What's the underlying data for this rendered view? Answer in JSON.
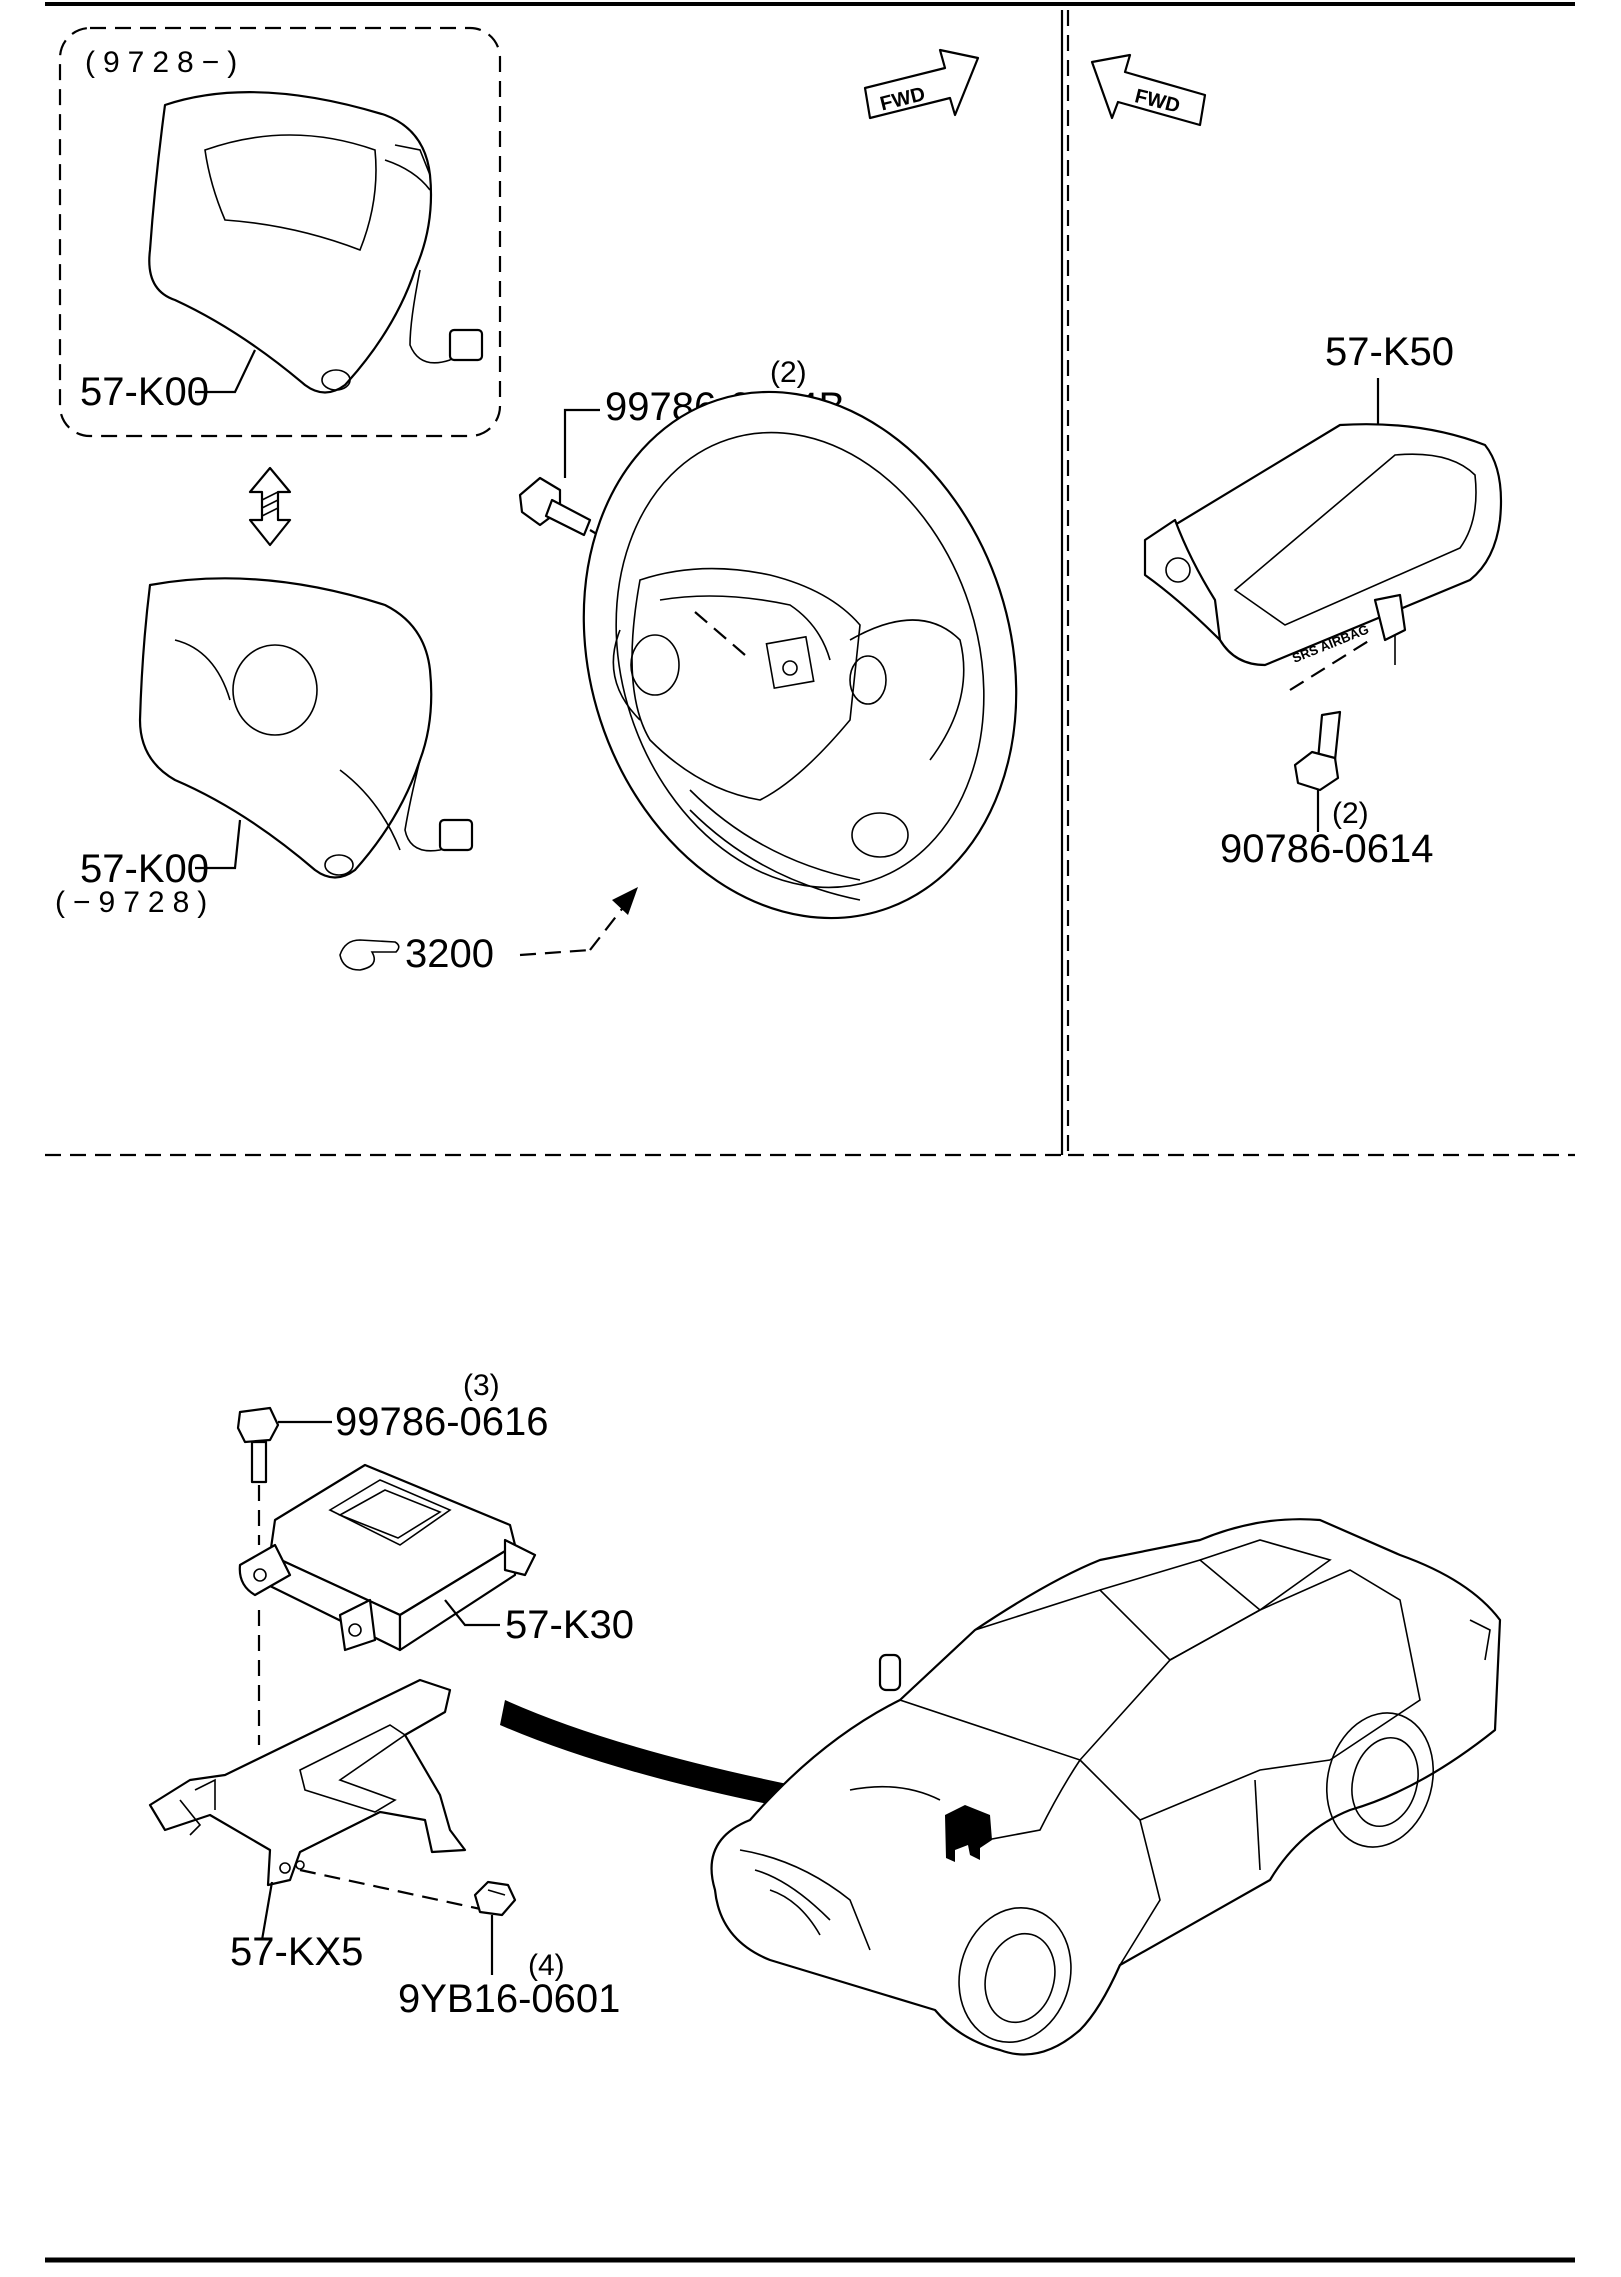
{
  "labels": {
    "date_range_new": "(9728−)",
    "date_range_old": "(−9728)",
    "airbag_module_new": "57-K00",
    "airbag_module_old": "57-K00",
    "steering_bolt_part": "99786-0614B",
    "steering_bolt_qty": "(2)",
    "steering_wheel_ref": "3200",
    "passenger_airbag": "57-K50",
    "passenger_bolt_part": "90786-0614",
    "passenger_bolt_qty": "(2)",
    "srs_text": "SRS AIRBAG",
    "fwd_left": "FWD",
    "fwd_right": "FWD",
    "sensor_bolt_part": "99786-0616",
    "sensor_bolt_qty": "(3)",
    "sensor_unit": "57-K30",
    "bracket": "57-KX5",
    "nut_part": "9YB16-0601",
    "nut_qty": "(4)"
  }
}
